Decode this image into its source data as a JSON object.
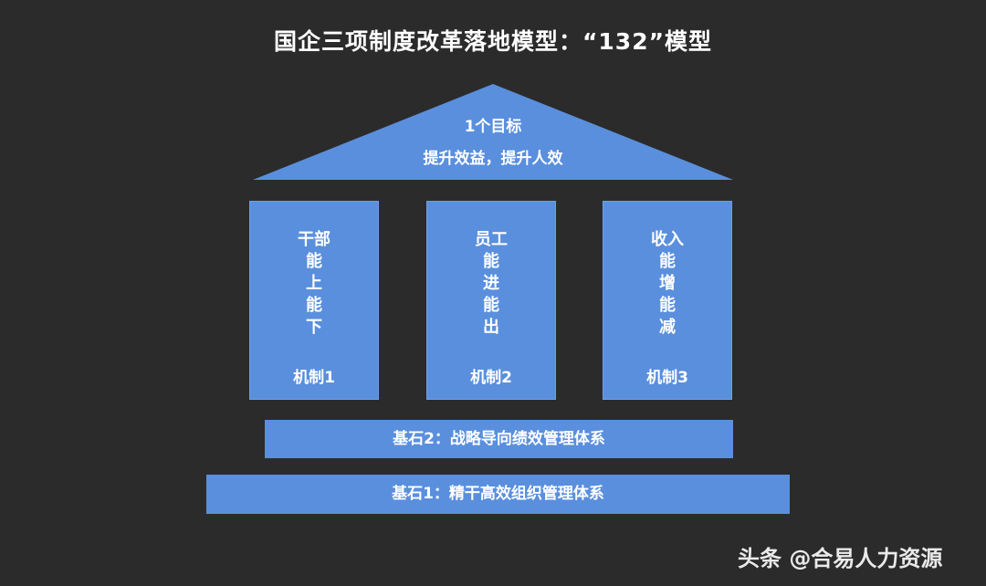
{
  "title": "国企三项制度改革落地模型：“132”模型",
  "roof": {
    "line1": "1个目标",
    "line2": "提升效益，提升人效"
  },
  "pillars": [
    {
      "lines": [
        "干部",
        "能",
        "上",
        "能",
        "下"
      ],
      "label": "机制1"
    },
    {
      "lines": [
        "员工",
        "能",
        "进",
        "能",
        "出"
      ],
      "label": "机制2"
    },
    {
      "lines": [
        "收入",
        "能",
        "增",
        "能",
        "减"
      ],
      "label": "机制3"
    }
  ],
  "bases": {
    "base2": "基石2：战略导向绩效管理体系",
    "base1": "基石1：精干高效组织管理体系"
  },
  "watermark": "头条 @合易人力资源",
  "colors": {
    "background": "#2b2b2b",
    "block_fill": "#5a8fdd",
    "text": "#ffffff"
  }
}
